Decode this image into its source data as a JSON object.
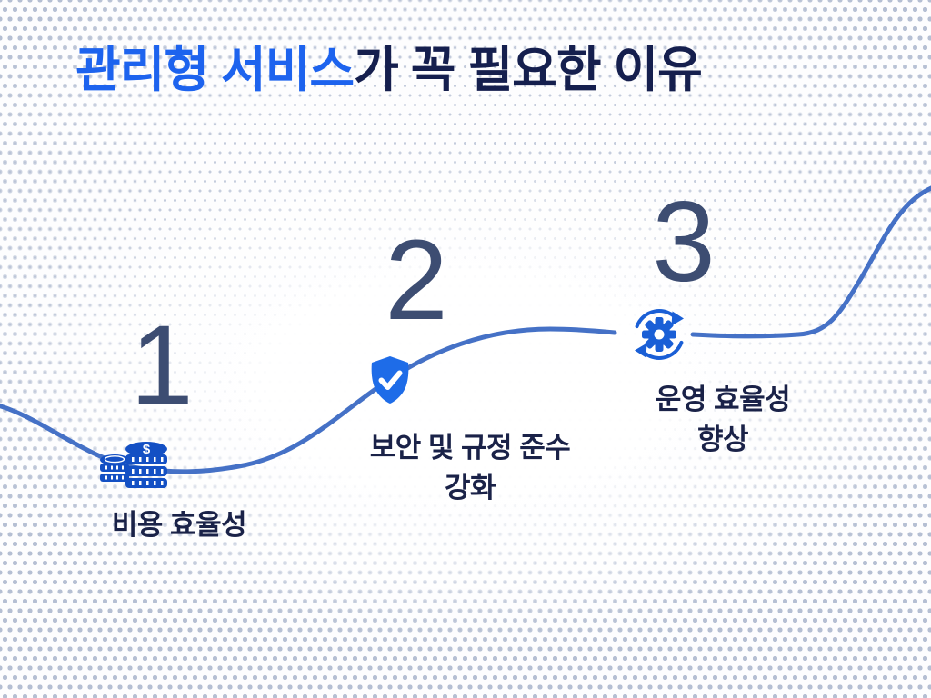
{
  "title": {
    "accent": "관리형 서비스",
    "rest": "가 꼭 필요한 이유"
  },
  "items": [
    {
      "number": "1",
      "icon": "money-coins-icon",
      "label_lines": [
        "비용 효율성"
      ]
    },
    {
      "number": "2",
      "icon": "shield-check-icon",
      "label_lines": [
        "보안 및 규정 준수",
        "강화"
      ]
    },
    {
      "number": "3",
      "icon": "gear-sync-icon",
      "label_lines": [
        "운영 효율성",
        "향상"
      ]
    }
  ],
  "icons": {
    "coins_dollar_glyph": "$"
  },
  "colors": {
    "title_accent_blue": "#1d63ee",
    "title_navy": "#151f4e",
    "number_slate": "#3d4d72",
    "label_navy": "#1a2248",
    "wave_blue": "#4571c6",
    "coins_icon_blue": "#1450c4",
    "shield_icon_blue": "#1e6ce8",
    "gear_icon_blue": "#1a5fd6",
    "dot_small": "#c4ccdc",
    "dot_big": "#b5bfd3",
    "background": "#fdfdfe"
  }
}
